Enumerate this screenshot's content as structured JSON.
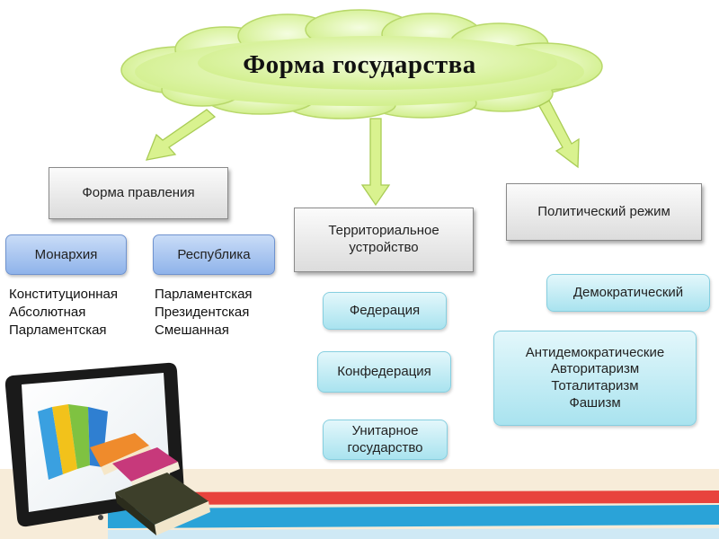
{
  "title": "Форма государства",
  "categories": {
    "government_form": "Форма правления",
    "territorial": "Территориальное устройство",
    "political_regime": "Политический режим"
  },
  "government_form": {
    "monarchy": {
      "label": "Монархия",
      "items": [
        "Конституционная",
        "Абсолютная",
        "Парламентская"
      ]
    },
    "republic": {
      "label": "Республика",
      "items": [
        "Парламентская",
        "Президентская",
        "Смешанная"
      ]
    }
  },
  "territorial": {
    "items": [
      "Федерация",
      "Конфедерация",
      "Унитарное государство"
    ]
  },
  "political_regime": {
    "democratic": "Демократический",
    "antidemocratic": {
      "label": "Антидемократические",
      "items": [
        "Авторитаризм",
        "Тоталитаризм",
        "Фашизм"
      ]
    }
  },
  "colors": {
    "cloud_fill": "#dff5a7",
    "arrow_fill": "#d9f28f",
    "stripe_red": "#e8433d",
    "stripe_blue": "#2aa3d8",
    "stripe_cream": "#f7ecd9"
  },
  "icons": [
    "tablet-icon",
    "books-icon"
  ]
}
